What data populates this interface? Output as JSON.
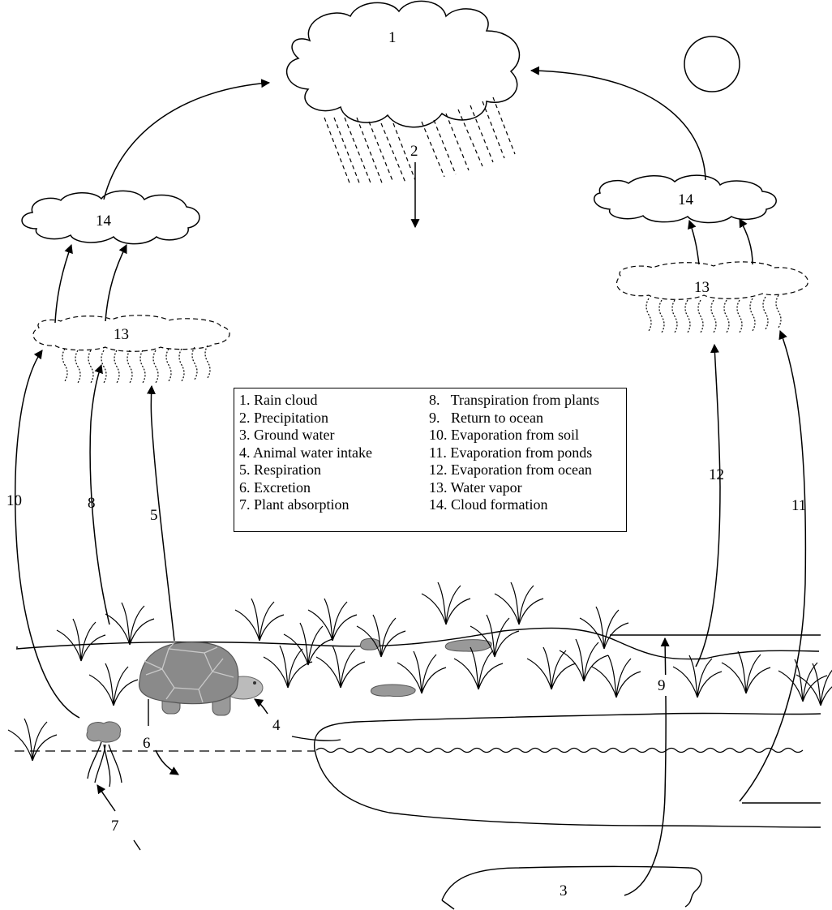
{
  "legend": {
    "left": [
      "1. Rain cloud",
      "2. Precipitation",
      "3. Ground water",
      "4. Animal water intake",
      "5. Respiration",
      "6. Excretion",
      "7. Plant absorption"
    ],
    "right": [
      "8.   Transpiration from plants",
      "9.   Return to ocean",
      "10. Evaporation from soil",
      "11. Evaporation from ponds",
      "12. Evaporation from ocean",
      "13. Water vapor",
      "14. Cloud formation"
    ]
  },
  "labels": {
    "n1": "1",
    "n2": "2",
    "n3": "3",
    "n4": "4",
    "n5": "5",
    "n6": "6",
    "n7": "7",
    "n8": "8",
    "n9": "9",
    "n10": "10",
    "n11": "11",
    "n12": "12",
    "n13_left": "13",
    "n13_right": "13",
    "n14_left": "14",
    "n14_right": "14"
  }
}
